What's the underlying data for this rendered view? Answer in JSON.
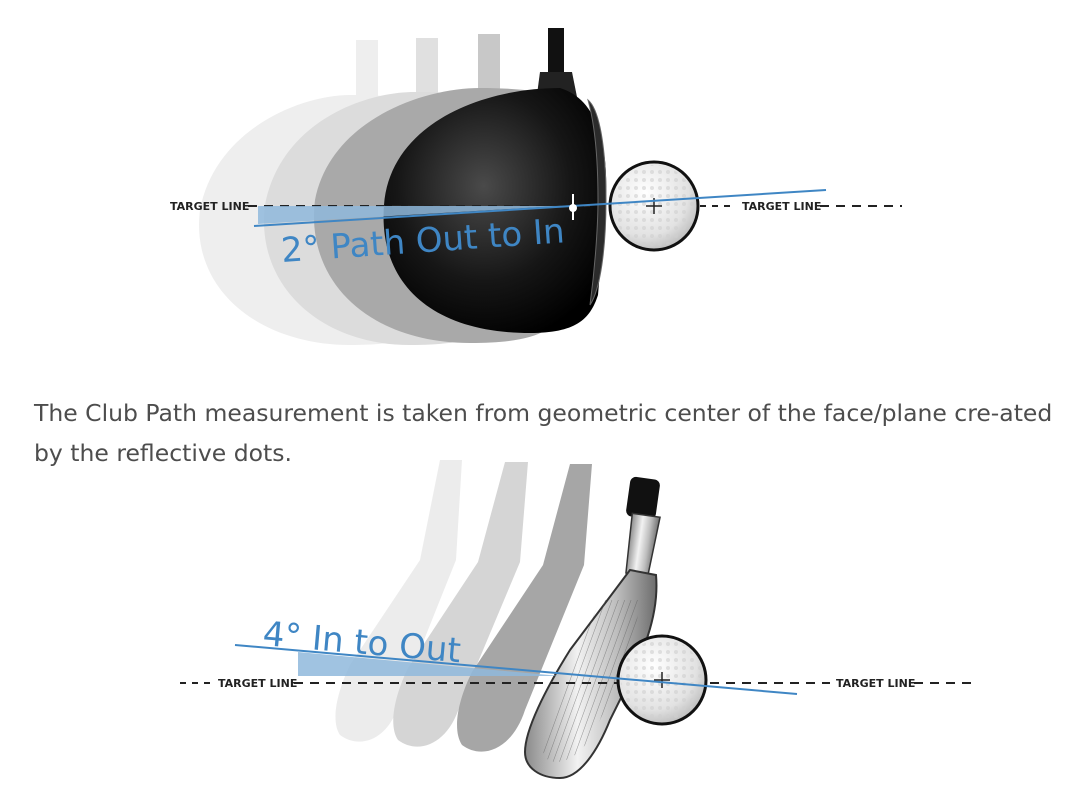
{
  "top_diagram": {
    "target_line_left": "TARGET LINE",
    "target_line_right": "TARGET LINE",
    "angle_label": "2° Path Out to In"
  },
  "caption": "The Club Path measurement is taken from geometric center of the face/plane cre-ated by the reflective dots.",
  "bottom_diagram": {
    "target_line_left": "TARGET LINE",
    "target_line_right": "TARGET LINE",
    "angle_label": "4° In to Out"
  },
  "colors": {
    "path_line": "#3f86c4",
    "path_fill": "#8fb8dc",
    "driver_head": "#111111",
    "ghost_light": "#eeeeee",
    "ghost_mid": "#d4d4d4",
    "ghost_dark": "#a6a6a6",
    "caption_text": "#4d4d4d"
  }
}
